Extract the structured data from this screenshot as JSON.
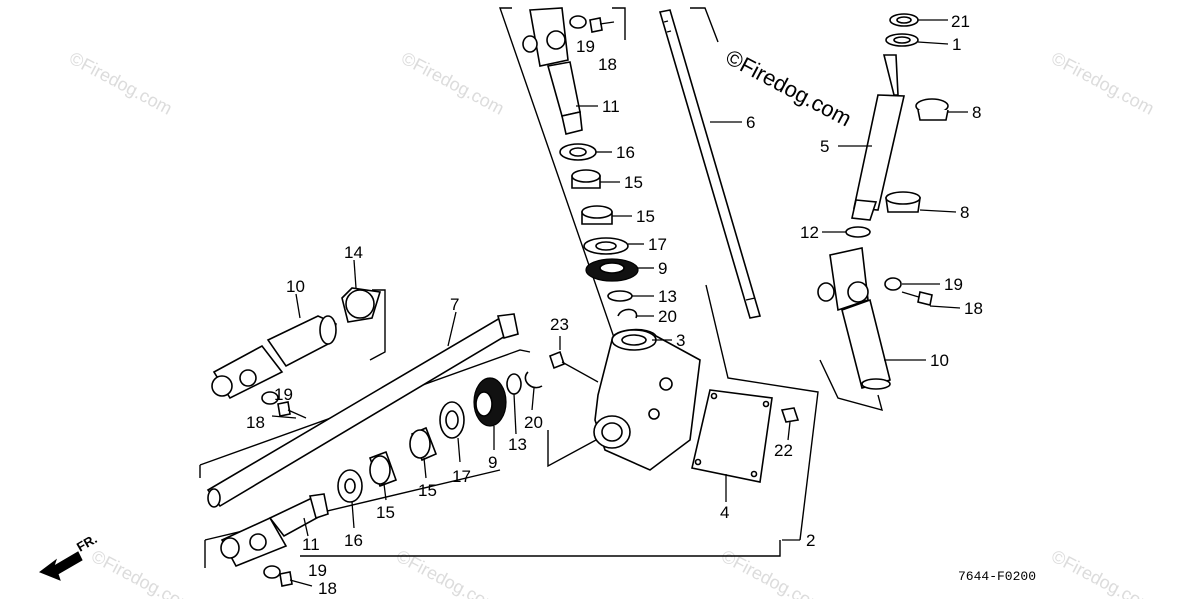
{
  "watermark": {
    "main": "©Firedog.com",
    "faint": "©Firedog.com"
  },
  "diagram_code": "7644-F0200",
  "front_indicator": "FR.",
  "callouts": [
    {
      "id": "c21",
      "text": "21"
    },
    {
      "id": "c1",
      "text": "1"
    },
    {
      "id": "c8a",
      "text": "8"
    },
    {
      "id": "c5",
      "text": "5"
    },
    {
      "id": "c8b",
      "text": "8"
    },
    {
      "id": "c12",
      "text": "12"
    },
    {
      "id": "c19r",
      "text": "19"
    },
    {
      "id": "c18r",
      "text": "18"
    },
    {
      "id": "c10r",
      "text": "10"
    },
    {
      "id": "c6",
      "text": "6"
    },
    {
      "id": "c19t",
      "text": "19"
    },
    {
      "id": "c18t",
      "text": "18"
    },
    {
      "id": "c11t",
      "text": "11"
    },
    {
      "id": "c16t",
      "text": "16"
    },
    {
      "id": "c15t1",
      "text": "15"
    },
    {
      "id": "c15t2",
      "text": "15"
    },
    {
      "id": "c17t",
      "text": "17"
    },
    {
      "id": "c9t",
      "text": "9"
    },
    {
      "id": "c13t",
      "text": "13"
    },
    {
      "id": "c20t",
      "text": "20"
    },
    {
      "id": "c3",
      "text": "3"
    },
    {
      "id": "c23",
      "text": "23"
    },
    {
      "id": "c14",
      "text": "14"
    },
    {
      "id": "c10l",
      "text": "10"
    },
    {
      "id": "c7",
      "text": "7"
    },
    {
      "id": "c19l",
      "text": "19"
    },
    {
      "id": "c18l",
      "text": "18"
    },
    {
      "id": "c20b",
      "text": "20"
    },
    {
      "id": "c13b",
      "text": "13"
    },
    {
      "id": "c9b",
      "text": "9"
    },
    {
      "id": "c17b",
      "text": "17"
    },
    {
      "id": "c15b1",
      "text": "15"
    },
    {
      "id": "c15b2",
      "text": "15"
    },
    {
      "id": "c16b",
      "text": "16"
    },
    {
      "id": "c11b",
      "text": "11"
    },
    {
      "id": "c19b",
      "text": "19"
    },
    {
      "id": "c18b",
      "text": "18"
    },
    {
      "id": "c22",
      "text": "22"
    },
    {
      "id": "c4",
      "text": "4"
    },
    {
      "id": "c2",
      "text": "2"
    }
  ]
}
